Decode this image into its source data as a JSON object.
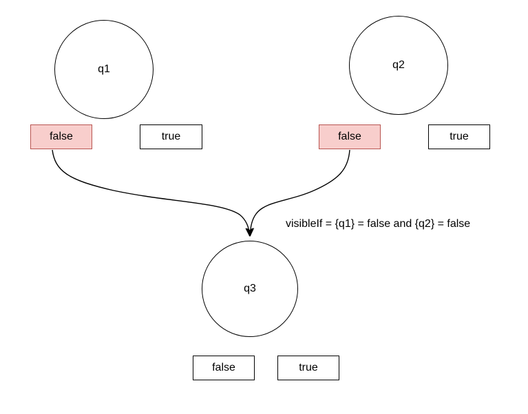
{
  "colors": {
    "background": "#ffffff",
    "shape_stroke": "#000000",
    "edge_stroke": "#000000",
    "highlight_fill": "#f8cecc",
    "highlight_stroke": "#b85450",
    "text": "#000000"
  },
  "nodes": [
    {
      "id": "q1",
      "label": "q1",
      "options": [
        {
          "label": "false",
          "highlighted": true
        },
        {
          "label": "true",
          "highlighted": false
        }
      ]
    },
    {
      "id": "q2",
      "label": "q2",
      "options": [
        {
          "label": "false",
          "highlighted": true
        },
        {
          "label": "true",
          "highlighted": false
        }
      ]
    },
    {
      "id": "q3",
      "label": "q3",
      "options": [
        {
          "label": "false",
          "highlighted": false
        },
        {
          "label": "true",
          "highlighted": false
        }
      ]
    }
  ],
  "edges": [
    {
      "from": "q1:false",
      "to": "q3"
    },
    {
      "from": "q2:false",
      "to": "q3"
    }
  ],
  "annotation": {
    "text": "visibleIf = {q1} = false and {q2} = false"
  }
}
